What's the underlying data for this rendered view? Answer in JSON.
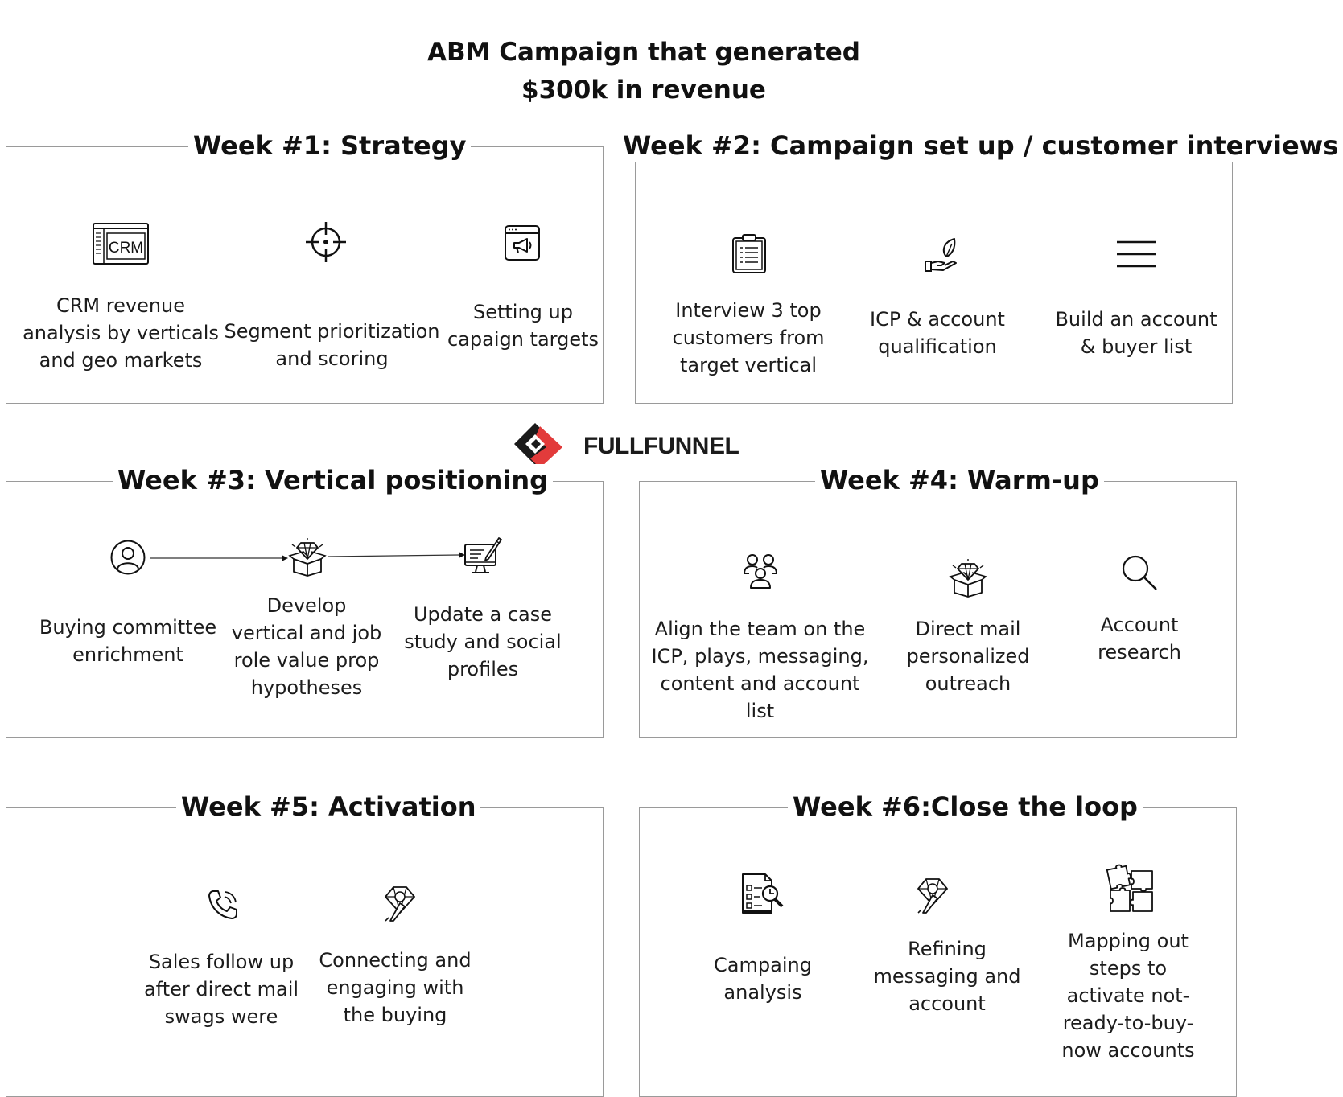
{
  "title": {
    "line1": "ABM Campaign that generated",
    "line2": "$300k in revenue"
  },
  "logo": {
    "text": "FULLFUNNEL"
  },
  "weeks": [
    {
      "title": "Week #1: Strategy",
      "items": [
        {
          "icon": "crm-window-icon",
          "crm": "CRM",
          "label": [
            "CRM revenue",
            "analysis by verticals",
            "and geo markets"
          ]
        },
        {
          "icon": "crosshair-target-icon",
          "label": [
            "Segment prioritization",
            "and scoring"
          ]
        },
        {
          "icon": "megaphone-window-icon",
          "label": [
            "Setting up",
            "capaign targets"
          ]
        }
      ]
    },
    {
      "title": "Week #2: Campaign set up  / customer interviews",
      "items": [
        {
          "icon": "clipboard-list-icon",
          "label": [
            "Interview 3 top",
            "customers from",
            "target vertical"
          ]
        },
        {
          "icon": "hand-leaf-icon",
          "label": [
            "ICP & account",
            "qualification"
          ]
        },
        {
          "icon": "menu-lines-icon",
          "label": [
            "Build an account",
            "& buyer list"
          ]
        }
      ]
    },
    {
      "title": "Week #3:  Vertical positioning",
      "items": [
        {
          "icon": "user-circle-icon",
          "label": [
            "Buying committee",
            "enrichment"
          ]
        },
        {
          "icon": "gift-box-gem-icon",
          "label": [
            "Develop",
            "vertical and job",
            "role value prop",
            "hypotheses"
          ]
        },
        {
          "icon": "monitor-pen-icon",
          "label": [
            "Update a case",
            "study and social",
            "profiles"
          ]
        }
      ]
    },
    {
      "title": "Week #4: Warm-up",
      "items": [
        {
          "icon": "team-group-icon",
          "label": [
            "Align the team on the",
            "ICP, plays, messaging,",
            "content and account",
            "list"
          ]
        },
        {
          "icon": "gift-box-gem-icon",
          "label": [
            "Direct mail",
            "personalized",
            "outreach"
          ]
        },
        {
          "icon": "magnifier-icon",
          "label": [
            "Account",
            "research"
          ]
        }
      ]
    },
    {
      "title": "Week #5: Activation",
      "items": [
        {
          "icon": "phone-call-icon",
          "label": [
            "Sales follow up",
            "after direct mail",
            "swags were"
          ]
        },
        {
          "icon": "diamond-pen-icon",
          "label": [
            "Connecting and",
            "engaging with",
            "the buying"
          ]
        }
      ]
    },
    {
      "title": "Week #6:Close the loop",
      "items": [
        {
          "icon": "report-analysis-icon",
          "label": [
            "Campaing",
            "analysis"
          ]
        },
        {
          "icon": "diamond-pen-icon",
          "label": [
            "Refining",
            "messaging and",
            "account"
          ]
        },
        {
          "icon": "puzzle-pieces-icon",
          "label": [
            "Mapping out",
            "steps to",
            "activate not-",
            "ready-to-buy-",
            "now accounts"
          ]
        }
      ]
    }
  ]
}
